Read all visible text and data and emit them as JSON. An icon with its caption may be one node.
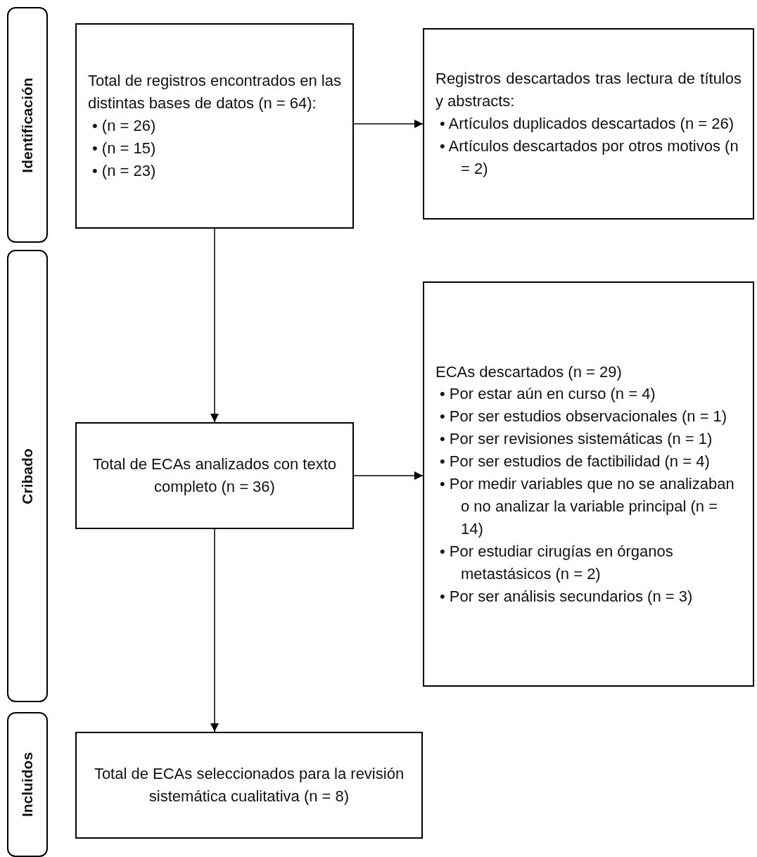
{
  "diagram": {
    "nodes": [
      {
        "text": [
          "Identificación"
        ]
      },
      {
        "text": [
          "Cribado"
        ]
      },
      {
        "text": [
          "Incluidos"
        ]
      },
      {
        "text": [
          "Total de registros encontrados en las distintas bases de datos (n = 64):",
          "• (n = 26)",
          "• (n = 15)",
          "• (n = 23)"
        ]
      },
      {
        "text": [
          "Registros descartados tras lectura de títulos y abstracts:",
          "• Artículos duplicados descartados (n = 26)",
          "• Artículos descartados por otros motivos (n = 2)"
        ]
      },
      {
        "text": [
          "Total de ECAs analizados con texto completo (n = 36)"
        ]
      },
      {
        "text": [
          "ECAs descartados (n = 29)",
          "• Por estar aún en curso (n = 4)",
          "• Por ser estudios observacionales (n = 1)",
          "• Por ser revisiones sistemáticas (n = 1)",
          "• Por ser estudios de factibilidad (n = 4)",
          "• Por medir variables que no se analizaban o no analizar la variable principal (n = 14)",
          "• Por estudiar cirugías en órganos metastásicos (n = 2)",
          "• Por ser análisis secundarios (n = 3)"
        ]
      },
      {
        "text": [
          "Total de ECAs seleccionados para la revisión sistemática cualitativa (n = 8)"
        ]
      }
    ],
    "edges": [
      {
        "from": 3,
        "to": 4,
        "arrow": "to"
      },
      {
        "from": 3,
        "to": 5,
        "arrow": "to"
      },
      {
        "from": 5,
        "to": 6,
        "arrow": "to"
      },
      {
        "from": 5,
        "to": 7,
        "arrow": "to"
      }
    ]
  }
}
